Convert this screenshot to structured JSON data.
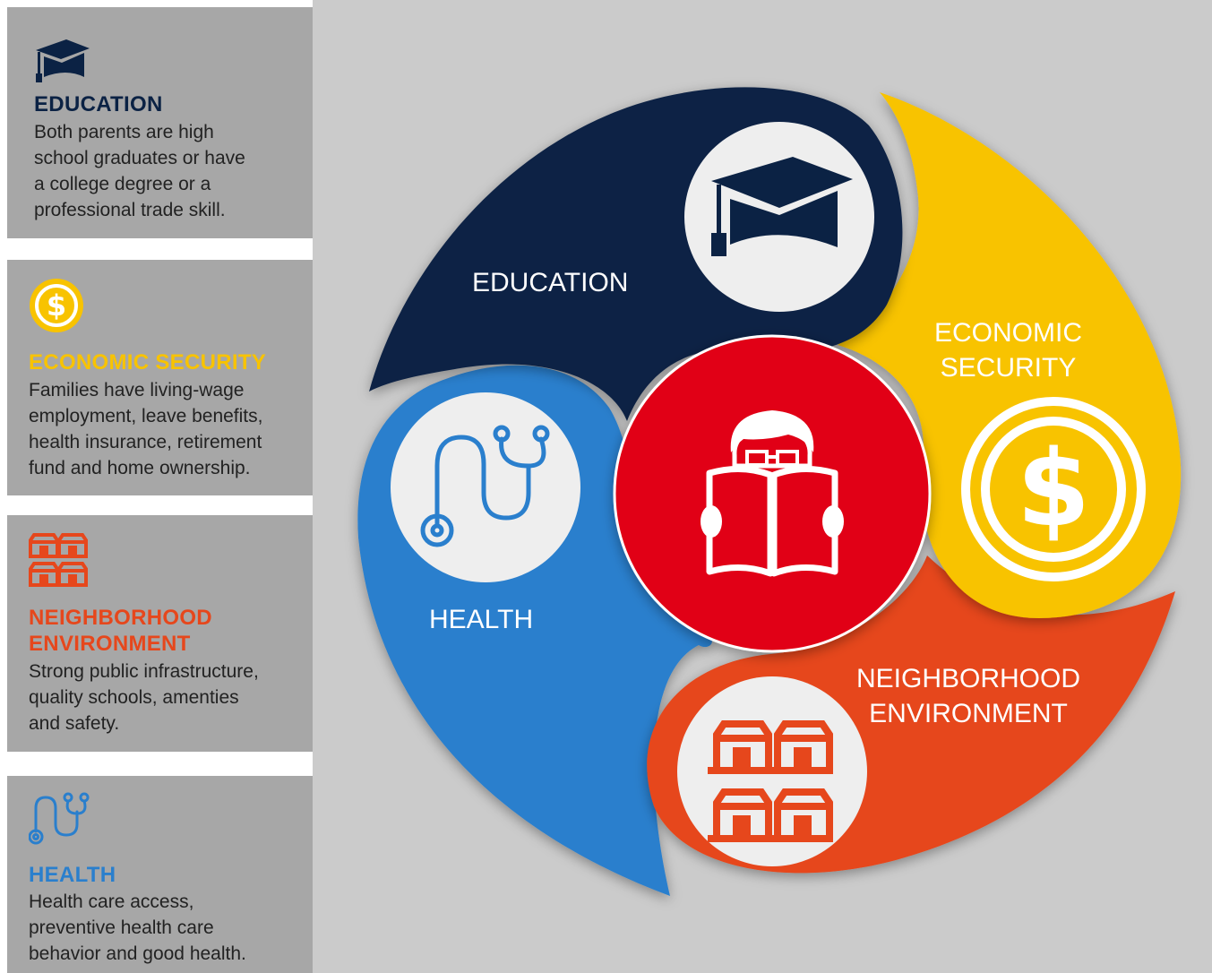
{
  "colors": {
    "education": "#0b2244",
    "economic_security": "#f8c300",
    "neighborhood": "#e6471c",
    "health": "#2a7fcd",
    "center": "#e10613",
    "panel": "#a7a7a7",
    "background": "#cbcbcb"
  },
  "sidebar": {
    "panels": [
      {
        "icon": "graduation-cap-icon",
        "title": "EDUCATION",
        "lines": [
          "Both parents are high",
          "school graduates or have",
          "a college degree or a",
          "professional trade skill."
        ]
      },
      {
        "icon": "dollar-coin-icon",
        "title": "ECONOMIC SECURITY",
        "lines": [
          "Families have living-wage",
          "employment, leave benefits,",
          "health insurance, retirement",
          "fund and home ownership."
        ]
      },
      {
        "icon": "houses-icon",
        "title_lines": [
          "NEIGHBORHOOD",
          "ENVIRONMENT"
        ],
        "lines": [
          "Strong public infrastructure,",
          "quality schools, amenties",
          "and safety."
        ]
      },
      {
        "icon": "stethoscope-icon",
        "title": "HEALTH",
        "lines": [
          "Health care access,",
          "preventive health care",
          "behavior and good health."
        ]
      }
    ]
  },
  "diagram": {
    "education_label": "EDUCATION",
    "economic_label_lines": [
      "ECONOMIC",
      "SECURITY"
    ],
    "neighborhood_label_lines": [
      "NEIGHBORHOOD",
      "ENVIRONMENT"
    ],
    "health_label": "HEALTH",
    "center_icon": "child-reading-book-icon"
  }
}
